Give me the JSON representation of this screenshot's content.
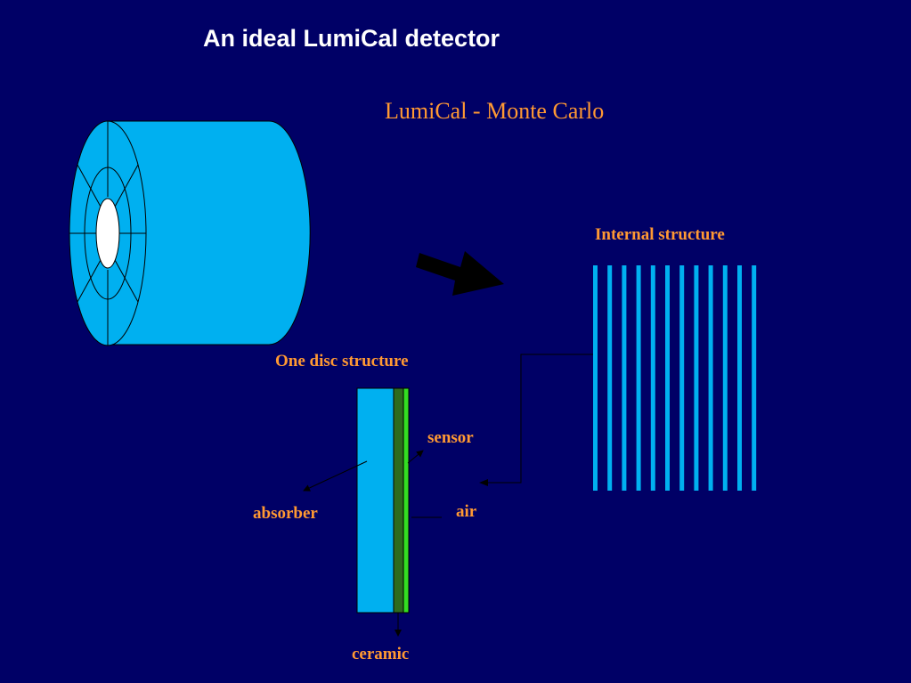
{
  "title": "An ideal LumiCal  detector",
  "subtitle": "LumiCal  -  Monte Carlo",
  "labels": {
    "internal_structure": "Internal structure",
    "one_disc_structure": "One disc structure",
    "sensor": "sensor",
    "air": "air",
    "absorber": "absorber",
    "ceramic": "ceramic"
  },
  "internal_structure_layers": 12,
  "colors": {
    "background": "#000066",
    "cylinder": "#00b0f0",
    "title": "#ffffff",
    "labels": "#ff9933",
    "ceramic": "#2e6b1e",
    "sensor": "#33dd22",
    "arrow": "#000000"
  }
}
